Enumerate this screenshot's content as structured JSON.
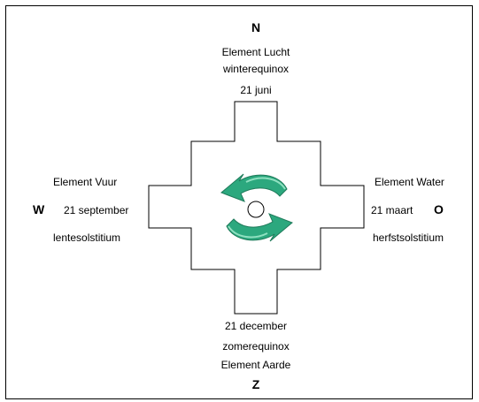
{
  "north": {
    "letter": "N",
    "element": "Element Lucht",
    "season": "winterequinox",
    "date": "21 juni"
  },
  "south": {
    "letter": "Z",
    "element": "Element Aarde",
    "season": "zomerequinox",
    "date": "21 december"
  },
  "west": {
    "letter": "W",
    "element": "Element Vuur",
    "season": "lentesolstitium",
    "date": "21 september"
  },
  "east": {
    "letter": "O",
    "element": "Element Water",
    "season": "herfstsolstitium",
    "date": "21 maart"
  },
  "colors": {
    "arrow_fill": "#2ca87e",
    "arrow_edge": "#1f7a5a",
    "arrow_light": "#8fe0c0"
  }
}
